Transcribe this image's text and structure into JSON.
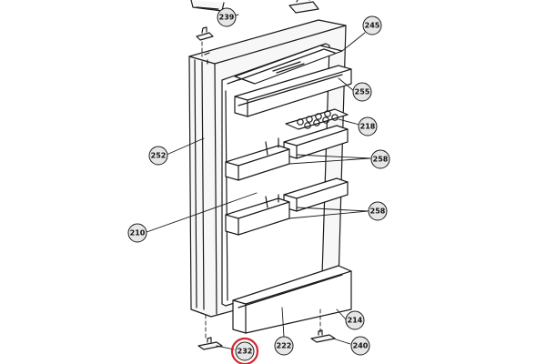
{
  "diagram": {
    "colors": {
      "line": "#1a1a1a",
      "fill": "#f7f7f7",
      "highlight": "#d22630",
      "callout_fill": "#e6e6e6"
    },
    "callouts": {
      "c239": "239",
      "c245": "245",
      "c255": "255",
      "c218": "218",
      "c252": "252",
      "c258a": "258",
      "c258b": "258",
      "c210": "210",
      "c214": "214",
      "c232": "232",
      "c222": "222",
      "c240": "240"
    },
    "highlighted_callout": "232"
  }
}
